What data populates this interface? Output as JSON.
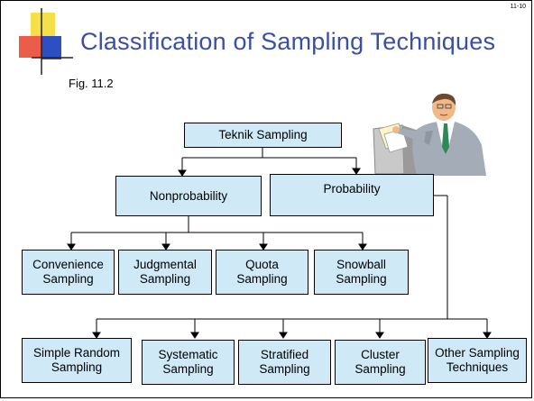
{
  "slide": {
    "number": "11-10",
    "title": "Classification of Sampling Techniques",
    "figure_label": "Fig. 11.2"
  },
  "diagram": {
    "root": "Teknik Sampling",
    "level1": {
      "nonprobability": "Nonprobability",
      "probability": "Probability"
    },
    "nonprobability_children": [
      "Convenience\nSampling",
      "Judgmental\nSampling",
      "Quota\nSampling",
      "Snowball\nSampling"
    ],
    "probability_children": [
      "Simple Random\nSampling",
      "Systematic\nSampling",
      "Stratified\nSampling",
      "Cluster\nSampling",
      "Other Sampling\nTechniques"
    ]
  },
  "colors": {
    "title": "#3a4fa6",
    "node_fill": "#cfe9f7",
    "logo_yellow": "#f5e04a",
    "logo_red": "#e8402b",
    "logo_blue": "#2d4fc1"
  },
  "icons": [
    "slide-logo-squares-icon",
    "businessman-at-desk-clipart-icon"
  ]
}
